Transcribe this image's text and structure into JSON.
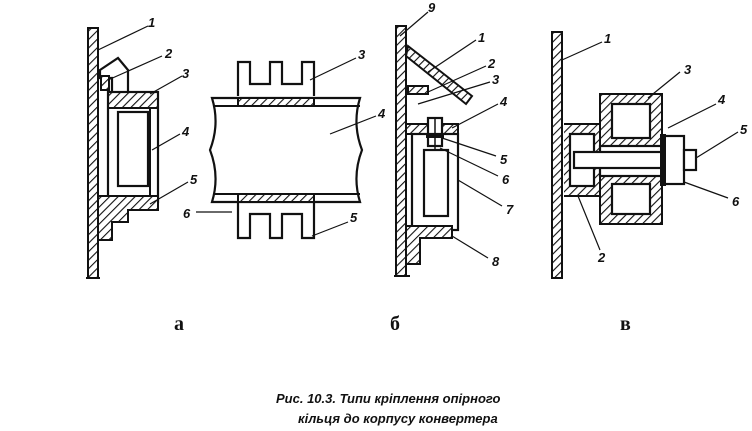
{
  "figure": {
    "caption_line1": "Рис. 10.3. Типи кріплення опірного",
    "caption_line2": "кільця до корпусу конвертера"
  },
  "panel_a": {
    "sublabel": "а",
    "labels": [
      "1",
      "2",
      "3",
      "4",
      "5",
      "6",
      "3",
      "4",
      "5"
    ]
  },
  "panel_b": {
    "sublabel": "б",
    "labels": [
      "9",
      "1",
      "2",
      "3",
      "4",
      "5",
      "6",
      "7",
      "8"
    ]
  },
  "panel_v": {
    "sublabel": "в",
    "labels": [
      "1",
      "3",
      "4",
      "5",
      "6",
      "2"
    ]
  }
}
